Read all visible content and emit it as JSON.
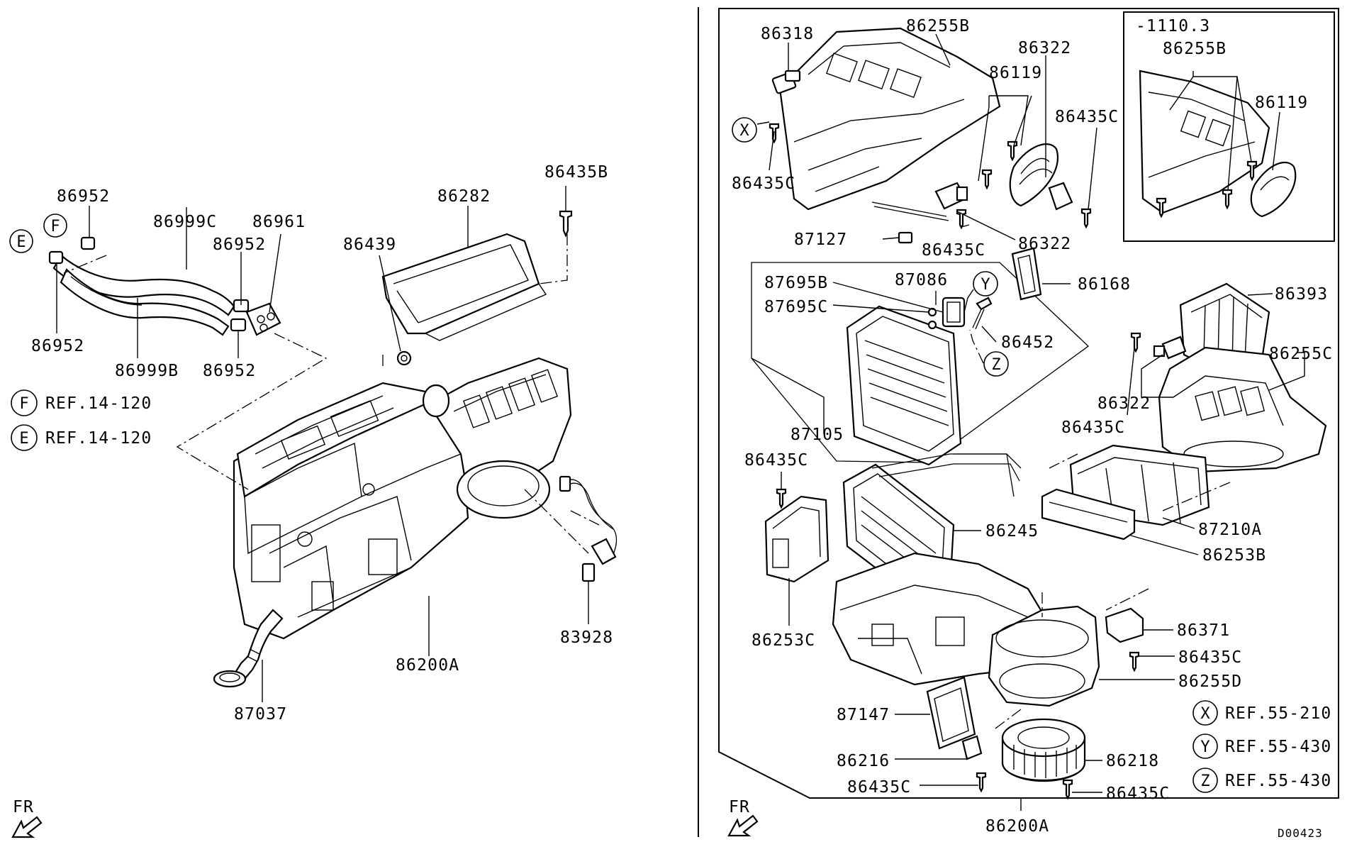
{
  "left": {
    "labels": [
      "86952",
      "86999C",
      "86961",
      "86952",
      "86952",
      "86999B",
      "86952",
      "86439",
      "86282",
      "86435B",
      "83928",
      "86200A",
      "87037"
    ],
    "refs": [
      {
        "letter": "F",
        "text": "REF.14-120"
      },
      {
        "letter": "E",
        "text": "REF.14-120"
      }
    ],
    "callouts": [
      "F",
      "E"
    ],
    "fr": "FR"
  },
  "right": {
    "labels": [
      "86318",
      "86255B",
      "86322",
      "86119",
      "86435C",
      "86435C",
      "86322",
      "87127",
      "86435C",
      "86168",
      "87695B",
      "87086",
      "87695C",
      "86452",
      "86393",
      "86255C",
      "86322",
      "86435C",
      "87105",
      "86435C",
      "86245",
      "87210A",
      "86253B",
      "86253C",
      "86371",
      "86435C",
      "86255D",
      "87147",
      "86216",
      "86218",
      "86435C",
      "86435C",
      "86200A"
    ],
    "inset": {
      "caption": "-1110.3",
      "labels": [
        "86255B",
        "86119"
      ]
    },
    "callouts": [
      "X",
      "Y",
      "Z"
    ],
    "refs": [
      {
        "letter": "X",
        "text": "REF.55-210"
      },
      {
        "letter": "Y",
        "text": "REF.55-430"
      },
      {
        "letter": "Z",
        "text": "REF.55-430"
      }
    ],
    "fr": "FR",
    "code": "D00423"
  }
}
